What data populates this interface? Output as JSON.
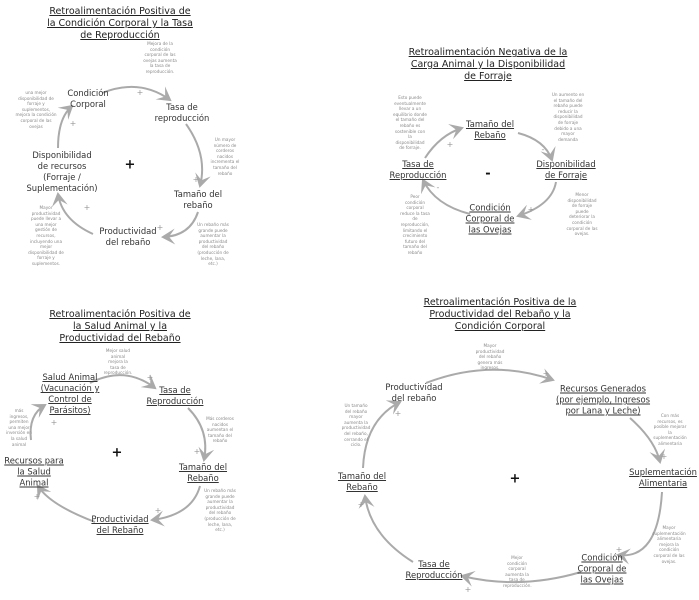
{
  "colors": {
    "arrow": "#aaaaaa",
    "text": "#333333",
    "note": "#888888"
  },
  "diagrams": [
    {
      "title": [
        "Retroalimentación Positiva de",
        "la Condición Corporal y la Tasa",
        "de Reproducción"
      ],
      "polarity": "+",
      "nodes": [
        "Condición\nCorporal",
        "Tasa de\nreproducción",
        "Tamaño del\nrebaño",
        "Productividad\ndel rebaño",
        "Disponibilidad\nde recursos\n(Forraje /\nSuplementación)"
      ],
      "notes": [
        "Mejora de la condición corporal de las ovejas aumenta la tasa de reproducción.",
        "Un mayor número de corderos nacidos incrementa el tamaño del rebaño",
        "Un rebaño más grande puede aumentar la productividad del rebaño (producción de leche, lana, etc.)",
        "Mayor productividad puede llevar a una mejor gestión de recursos, incluyendo una mejor disponibilidad de forraje y suplementos.",
        "una mejor disponibilidad de forraje y suplementos, mejora la condición corporal de las ovejas"
      ],
      "signs": [
        "+",
        "+",
        "+",
        "+",
        "+"
      ]
    },
    {
      "title": [
        "Retroalimentación Negativa de la",
        "Carga Animal y la Disponibilidad",
        "de Forraje"
      ],
      "polarity": "-",
      "nodes": [
        "Tamaño del\nRebaño",
        "Disponibilidad\nde Forraje",
        "Condición\nCorporal de\nlas Ovejas",
        "Tasa de\nReproducción"
      ],
      "notes": [
        "Un aumento en el tamaño del rebaño puede reducir la disponibilidad de forraje debido a una mayor demanda",
        "Menor disponibilidad de forraje puede deteriorar la condición corporal de las ovejas.",
        "Peor condición corporal reduce la tasa de reproducción, limitando el crecimiento futuro del tamaño del rebaño",
        "Esto puede eventualmente llevar a un equilibrio donde el tamaño del rebaño es sostenible con la disponibilidad de forraje."
      ],
      "signs": [
        "-",
        "+",
        "-",
        "+"
      ]
    },
    {
      "title": [
        "Retroalimentación Positiva de",
        "la Salud Animal y la",
        "Productividad del Rebaño"
      ],
      "polarity": "+",
      "nodes": [
        "Salud Animal\n(Vacunación y\nControl de\nParásitos)",
        "Tasa de\nReproducción",
        "Tamaño del\nRebaño",
        "Productividad\ndel Rebaño",
        "Recursos para\nla Salud\nAnimal"
      ],
      "notes": [
        "Mejor salud animal mejora la tasa de reproducción.",
        "Más corderos nacidos aumentan el tamaño del rebaño",
        "Un rebaño más grande puede aumentar la productividad del rebaño (producción de leche, lana, etc.)",
        "más ingresos, permiten una mejor inversión en la salud animal"
      ],
      "signs": [
        "+",
        "+",
        "+",
        "+",
        "+"
      ]
    },
    {
      "title": [
        "Retroalimentación Positiva de la",
        "Productividad del Rebaño y la",
        "Condición Corporal"
      ],
      "polarity": "+",
      "nodes": [
        "Productividad\ndel rebaño",
        "Recursos Generados\n(por ejemplo, Ingresos\npor Lana y Leche)",
        "Suplementación\nAlimentaria",
        "Condición\nCorporal de\nlas Ovejas",
        "Tasa de\nReproducción",
        "Tamaño del\nRebaño"
      ],
      "notes": [
        "Mayor productividad del rebaño genera más ingresos.",
        "Con más recursos, es posible mejorar la suplementación alimentaria",
        "Mayor suplementación alimentaria mejora la condición corporal de las ovejas.",
        "Mejor condición corporal aumenta la tasa de reproducción.",
        "Un tamaño del rebaño mayor aumenta la productividad del rebaño, cerrando el ciclo."
      ],
      "signs": [
        "+",
        "+",
        "+",
        "+",
        "+",
        "+"
      ]
    }
  ]
}
